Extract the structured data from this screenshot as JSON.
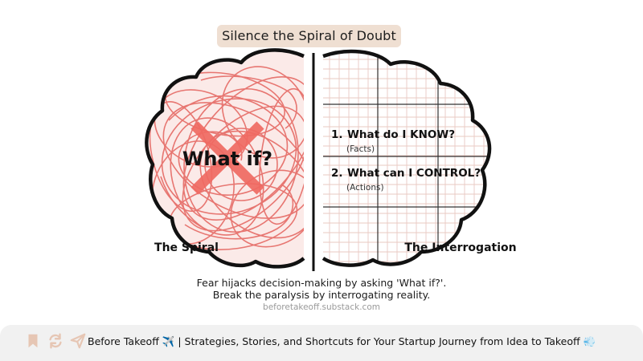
{
  "title": "Silence the Spiral of Doubt",
  "left_panel": {
    "center_text": "What if?",
    "label": "The Spiral"
  },
  "right_panel": {
    "label": "The Interrogation",
    "questions": [
      {
        "number": "1.",
        "text": "What do I KNOW?",
        "note": "(Facts)"
      },
      {
        "number": "2.",
        "text": "What can I CONTROL?",
        "note": "(Actions)"
      }
    ]
  },
  "caption": {
    "line1": "Fear hijacks decision-making by asking 'What if?'.",
    "line2": "Break the paralysis by interrogating reality."
  },
  "source": "beforetakeoff.substack.com",
  "footer": {
    "text": "Before Takeoff ✈️ | Strategies, Stories, and Shortcuts for Your Startup Journey from Idea to Takeoff 💨",
    "icons": [
      "bookmark-icon",
      "refresh-icon",
      "send-icon"
    ]
  },
  "colors": {
    "pill": "#efdfd2",
    "scribble": "#e6706b",
    "scribble_fill": "#f6d2cf",
    "x_mark": "#f06a62",
    "grid_line": "#e9c9c2",
    "outline": "#111111",
    "footer_bg": "#f1f1f1",
    "footer_icon": "#e6c6b4"
  }
}
